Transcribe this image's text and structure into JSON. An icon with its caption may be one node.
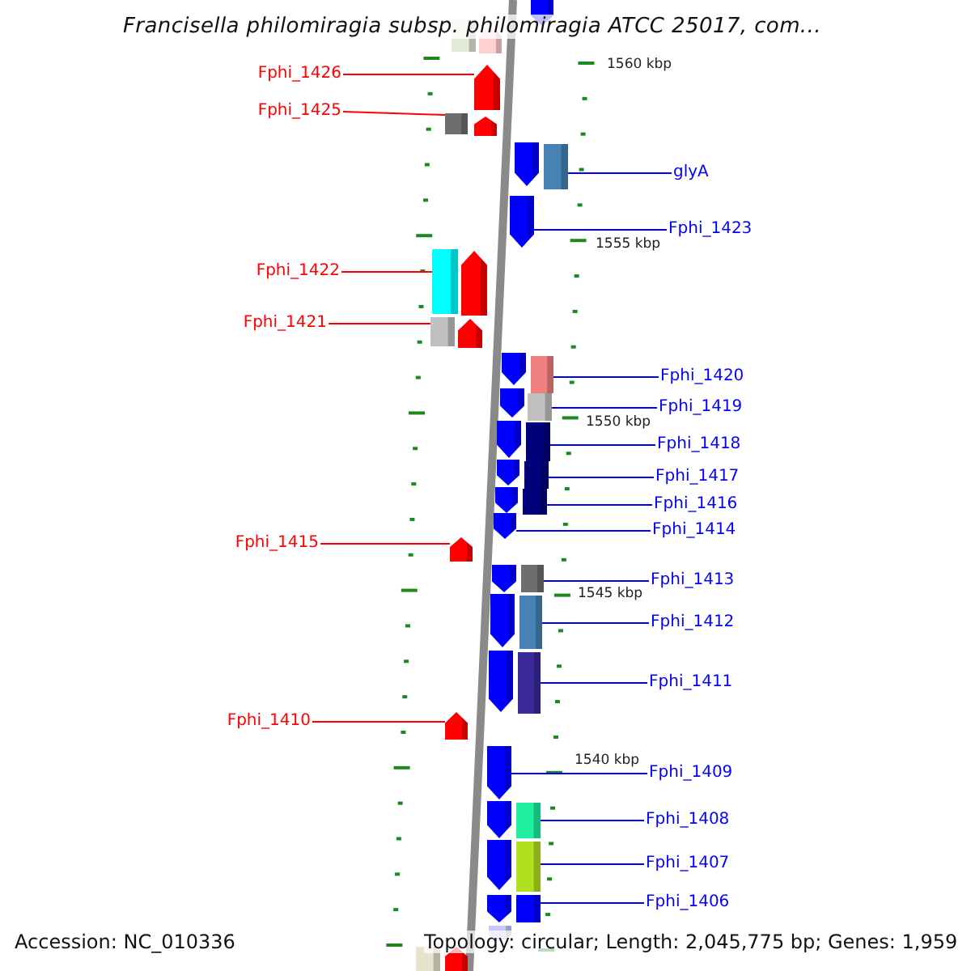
{
  "diagram": {
    "title": "Francisella philomiragia subsp. philomiragia ATCC 25017, com...",
    "nodes": [
      {
        "text": [
          "Fphi_1426"
        ]
      },
      {
        "text": [
          "Fphi_1425"
        ]
      },
      {
        "text": [
          "glyA"
        ]
      },
      {
        "text": [
          "Fphi_1423"
        ]
      },
      {
        "text": [
          "Fphi_1422"
        ]
      },
      {
        "text": [
          "Fphi_1421"
        ]
      },
      {
        "text": [
          "Fphi_1420"
        ]
      },
      {
        "text": [
          "Fphi_1419"
        ]
      },
      {
        "text": [
          "Fphi_1418"
        ]
      },
      {
        "text": [
          "Fphi_1417"
        ]
      },
      {
        "text": [
          "Fphi_1416"
        ]
      },
      {
        "text": [
          "Fphi_1414"
        ]
      },
      {
        "text": [
          "Fphi_1415"
        ]
      },
      {
        "text": [
          "Fphi_1413"
        ]
      },
      {
        "text": [
          "Fphi_1412"
        ]
      },
      {
        "text": [
          "Fphi_1411"
        ]
      },
      {
        "text": [
          "Fphi_1410"
        ]
      },
      {
        "text": [
          "Fphi_1409"
        ]
      },
      {
        "text": [
          "Fphi_1408"
        ]
      },
      {
        "text": [
          "Fphi_1407"
        ]
      },
      {
        "text": [
          "Fphi_1406"
        ]
      },
      {
        "text": [],
        "shape": "pentagon"
      },
      {
        "text": [],
        "shape": "box"
      },
      {
        "text": [],
        "shape": "pentagon"
      },
      {
        "text": [],
        "shape": "pentagon"
      },
      {
        "text": [],
        "shape": "box"
      },
      {
        "text": [],
        "shape": "pentagon"
      },
      {
        "text": [],
        "shape": "pentagon"
      },
      {
        "text": [],
        "shape": "box"
      },
      {
        "text": [],
        "shape": "pentagon"
      },
      {
        "text": [],
        "shape": "box"
      },
      {
        "text": [],
        "shape": "pentagon"
      },
      {
        "text": [],
        "shape": "box"
      },
      {
        "text": [],
        "shape": "pentagon"
      },
      {
        "text": [],
        "shape": "pentagon"
      },
      {
        "text": [],
        "shape": "box"
      },
      {
        "text": [],
        "shape": "pentagon"
      },
      {
        "text": [],
        "shape": "box"
      },
      {
        "text": [],
        "shape": "pentagon"
      },
      {
        "text": [],
        "shape": "box"
      },
      {
        "text": [],
        "shape": "pentagon"
      },
      {
        "text": [],
        "shape": "box"
      },
      {
        "text": [],
        "shape": "pentagon"
      },
      {
        "text": [],
        "shape": "box"
      },
      {
        "text": [],
        "shape": "pentagon"
      },
      {
        "text": [],
        "shape": "pentagon"
      },
      {
        "text": [],
        "shape": "pentagon"
      },
      {
        "text": [],
        "shape": "box"
      },
      {
        "text": [],
        "shape": "pentagon"
      },
      {
        "text": [],
        "shape": "box"
      },
      {
        "text": [],
        "shape": "pentagon"
      },
      {
        "text": [],
        "shape": "box"
      },
      {
        "text": [],
        "shape": "pentagon"
      },
      {
        "text": [],
        "shape": "pentagon"
      },
      {
        "text": [],
        "shape": "pentagon"
      },
      {
        "text": [],
        "shape": "box"
      },
      {
        "text": [],
        "shape": "pentagon"
      },
      {
        "text": [],
        "shape": "box"
      },
      {
        "text": [],
        "shape": "pentagon"
      },
      {
        "text": [],
        "shape": "box"
      },
      {
        "text": [],
        "shape": "pentagon"
      },
      {
        "text": [],
        "shape": "box"
      },
      {
        "text": [],
        "shape": "pentagon"
      }
    ],
    "edges": [
      {
        "from": 0,
        "to": 24,
        "arrow": "none",
        "color": "#ff0000"
      },
      {
        "from": 1,
        "to": 25,
        "arrow": "none",
        "color": "#ff0000"
      },
      {
        "from": 2,
        "to": 28,
        "arrow": "none"
      },
      {
        "from": 3,
        "to": 29,
        "arrow": "none"
      },
      {
        "from": 4,
        "to": 30,
        "arrow": "none",
        "color": "#ff0000"
      },
      {
        "from": 5,
        "to": 32,
        "arrow": "none",
        "color": "#ff0000"
      },
      {
        "from": 6,
        "to": 35,
        "arrow": "none"
      },
      {
        "from": 7,
        "to": 37,
        "arrow": "none"
      },
      {
        "from": 8,
        "to": 39,
        "arrow": "none"
      },
      {
        "from": 9,
        "to": 41,
        "arrow": "none"
      },
      {
        "from": 10,
        "to": 43,
        "arrow": "none"
      },
      {
        "from": 11,
        "to": 44,
        "arrow": "none"
      },
      {
        "from": 12,
        "to": 45,
        "arrow": "none",
        "color": "#ff0000"
      },
      {
        "from": 13,
        "to": 47,
        "arrow": "none"
      },
      {
        "from": 14,
        "to": 49,
        "arrow": "none"
      },
      {
        "from": 15,
        "to": 51,
        "arrow": "none"
      },
      {
        "from": 16,
        "to": 52,
        "arrow": "none",
        "color": "#ff0000"
      },
      {
        "from": 17,
        "to": 53,
        "arrow": "none"
      },
      {
        "from": 18,
        "to": 55,
        "arrow": "none"
      },
      {
        "from": 19,
        "to": 57,
        "arrow": "none"
      },
      {
        "from": 20,
        "to": 59,
        "arrow": "none"
      }
    ],
    "labels": [
      "1560 kbp",
      "1555 kbp",
      "1550 kbp",
      "1545 kbp",
      "1540 kbp",
      "Accession: NC_010336",
      "Topology: circular; Length: 2,045,775 bp; Genes: 1,959"
    ]
  }
}
